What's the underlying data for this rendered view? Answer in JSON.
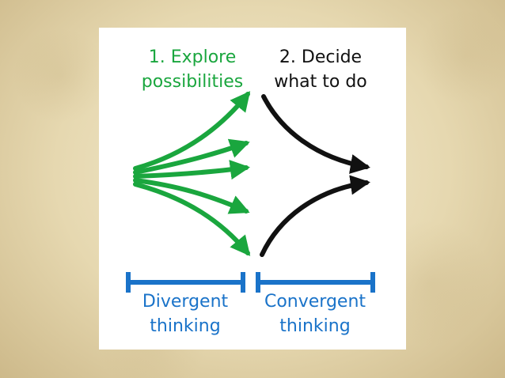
{
  "steps": {
    "explore": {
      "line1": "1. Explore",
      "line2": "possibilities"
    },
    "decide": {
      "line1": "2. Decide",
      "line2": "what to do"
    }
  },
  "phases": {
    "divergent": {
      "line1": "Divergent",
      "line2": "thinking"
    },
    "convergent": {
      "line1": "Convergent",
      "line2": "thinking"
    }
  },
  "colors": {
    "divergent_arrows": "#1aa63e",
    "convergent_arrows": "#111111",
    "brackets": "#1a73c9",
    "background": "#e6d8b0"
  }
}
